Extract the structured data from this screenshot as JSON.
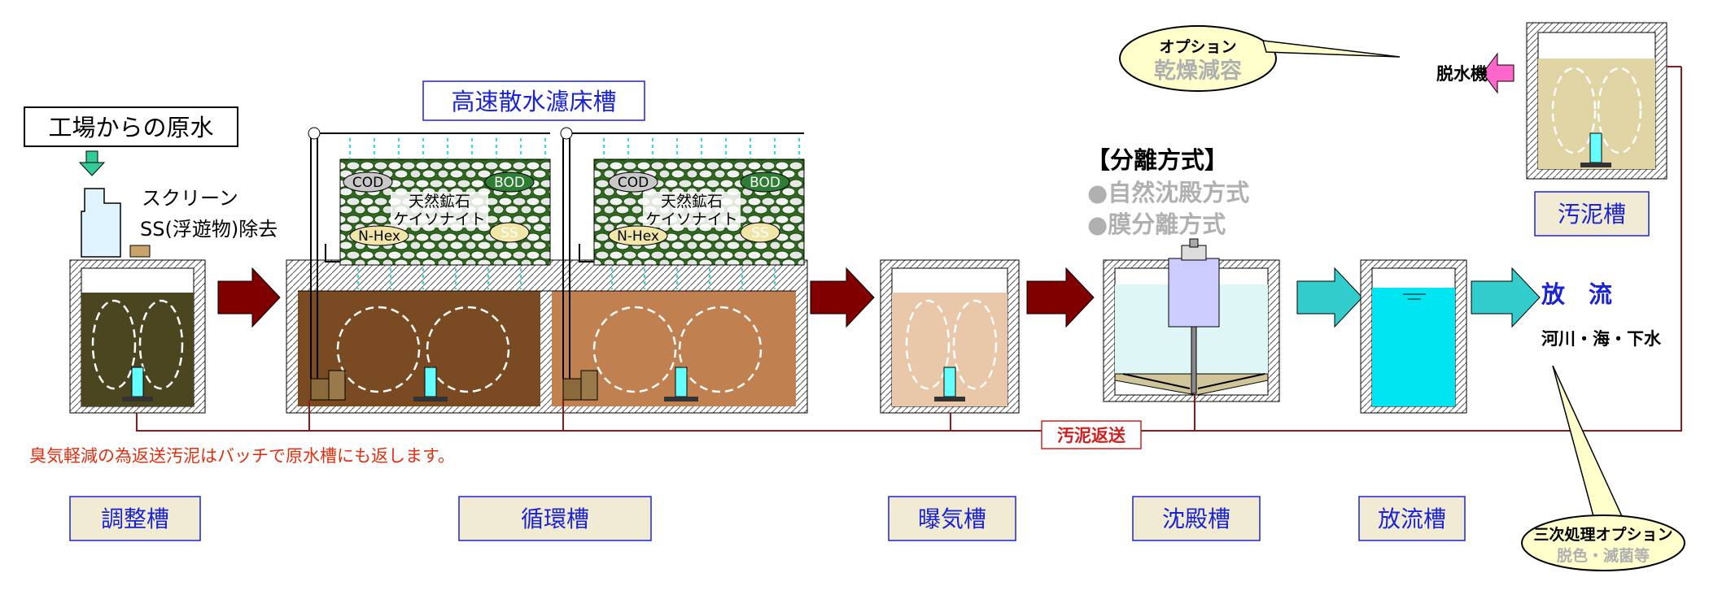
{
  "source_label": "工場からの原水",
  "screen_label_1": "スクリーン",
  "screen_label_2": "SS(浮遊物)除去",
  "filter_bed_label": "高速散水濾床槽",
  "ore_label_1": "天然鉱石",
  "ore_label_2": "ケイソナイト",
  "tags": {
    "cod": "COD",
    "bod": "BOD",
    "nhex": "N-Hex",
    "ss": "SS"
  },
  "separation": {
    "heading": "【分離方式】",
    "method_1": "●自然沈殿方式",
    "method_2": "●膜分離方式"
  },
  "option_bubble": {
    "line_1": "オプション",
    "line_2": "乾燥減容"
  },
  "dehydrator_label": "脱水機",
  "discharge": {
    "label": "放　流",
    "targets": "河川・海・下水"
  },
  "sludge_return_label": "汚泥返送",
  "note": "臭気軽減の為返送汚泥はバッチで原水槽にも返します。",
  "tertiary_bubble": {
    "line_1": "三次処理オプション",
    "line_2": "脱色・滅菌等"
  },
  "tanks": {
    "adjustment": "調整槽",
    "circulation": "循環槽",
    "aeration": "曝気槽",
    "sedimentation": "沈殿槽",
    "discharge": "放流槽",
    "sludge": "汚泥槽"
  },
  "colors": {
    "label_text": "#1a24d6",
    "label_bg": "#f0ebd2",
    "dark_red_arrow": "#800000",
    "cyan_arrow": "#33cccc",
    "pink_arrow": "#ff66cc",
    "return_line": "#8b1a1a",
    "note_text": "#e03010",
    "grey_text": "#b0b0b0"
  }
}
